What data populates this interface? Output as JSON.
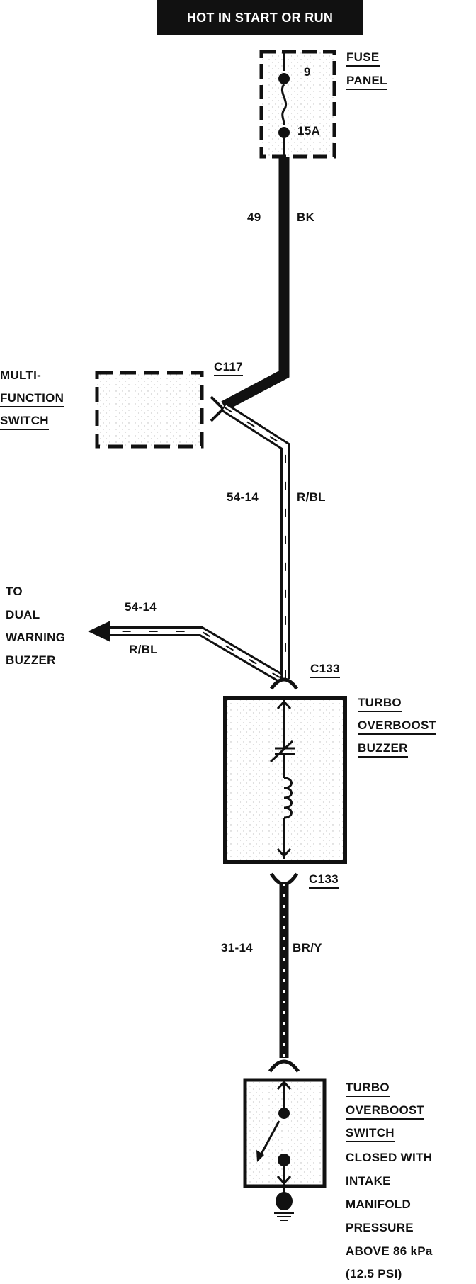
{
  "banner": "HOT IN START OR RUN",
  "fuse_panel": {
    "label_1": "FUSE",
    "label_2": "PANEL",
    "fuse_number": "9",
    "rating": "15A"
  },
  "wire_49": {
    "circuit": "49",
    "color": "BK"
  },
  "connector_c117": "C117",
  "multi_function_switch": {
    "line_1": "MULTI-",
    "line_2": "FUNCTION",
    "line_3": "SWITCH"
  },
  "wire_54_main": {
    "circuit": "54-14",
    "color": "R/BL"
  },
  "wire_54_branch": {
    "circuit": "54-14",
    "color": "R/BL"
  },
  "dual_warning_buzzer": {
    "line_1": "TO",
    "line_2": "DUAL",
    "line_3": "WARNING",
    "line_4": "BUZZER"
  },
  "connector_c133_top": "C133",
  "connector_c133_bottom": "C133",
  "turbo_overboost_buzzer": {
    "line_1": "TURBO",
    "line_2": "OVERBOOST",
    "line_3": "BUZZER"
  },
  "wire_31": {
    "circuit": "31-14",
    "color": "BR/Y"
  },
  "turbo_overboost_switch": {
    "line_1": "TURBO",
    "line_2": "OVERBOOST",
    "line_3": "SWITCH",
    "desc_1": "CLOSED WITH",
    "desc_2": "INTAKE",
    "desc_3": "MANIFOLD",
    "desc_4": "PRESSURE",
    "desc_5": "ABOVE 86 kPa",
    "desc_6": "(12.5 PSI)"
  }
}
